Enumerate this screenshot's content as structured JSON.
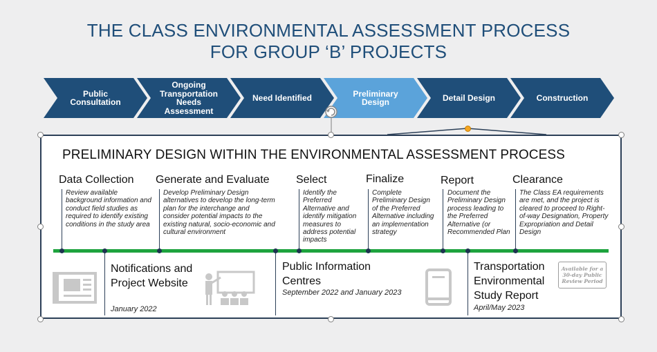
{
  "title": {
    "line1": "THE CLASS ENVIRONMENTAL ASSESSMENT PROCESS",
    "line2": "FOR GROUP ‘B’ PROJECTS"
  },
  "steps": [
    {
      "label": "Public Consultation",
      "active": false
    },
    {
      "label": "Ongoing Transportation Needs Assessment",
      "active": false
    },
    {
      "label": "Need Identified",
      "active": false
    },
    {
      "label": "Preliminary Design",
      "active": true
    },
    {
      "label": "Detail Design",
      "active": false
    },
    {
      "label": "Construction",
      "active": false
    }
  ],
  "colors": {
    "step_dark": "#1f4e79",
    "step_active": "#5ba3da",
    "title": "#1f4e79",
    "frame_border": "#2b3f57",
    "timeline_green": "#1da33e",
    "icon_gray": "#c8c8c8"
  },
  "detail": {
    "title": "PRELIMINARY DESIGN WITHIN THE ENVIRONMENTAL ASSESSMENT PROCESS",
    "phases": [
      {
        "name": "Data Collection",
        "desc": "Review available background information and conduct field studies as required to identify existing conditions in the study area"
      },
      {
        "name": "Generate and Evaluate",
        "desc": "Develop Preliminary Design alternatives to develop the long-term plan for the interchange and consider potential impacts to the existing natural, socio-economic and cultural environment"
      },
      {
        "name": "Select",
        "desc": "Identify the Preferred Alternative and identify mitigation measures to address potential impacts"
      },
      {
        "name": "Finalize",
        "desc": "Complete Preliminary Design of the Preferred Alternative including an implementation strategy"
      },
      {
        "name": "Report",
        "desc": "Document the Preliminary Design process leading to the Preferred Alternative (or Recommended Plan"
      },
      {
        "name": "Clearance",
        "desc": "The Class EA requirements are met, and the project is cleared to proceed to Right-of-way Designation, Property Expropriation and Detail Design"
      }
    ],
    "events": [
      {
        "name": "Notifications and Project Website",
        "date": "January 2022",
        "icon": "newspaper-icon"
      },
      {
        "name": "Public Information Centres",
        "date": "September 2022 and January 2023",
        "icon": "presentation-icon"
      },
      {
        "name": "Transportation Environmental Study Report",
        "date": "April/May 2023",
        "icon": "book-icon"
      }
    ],
    "stamp": "Available for a 30-day Public Review Period"
  }
}
